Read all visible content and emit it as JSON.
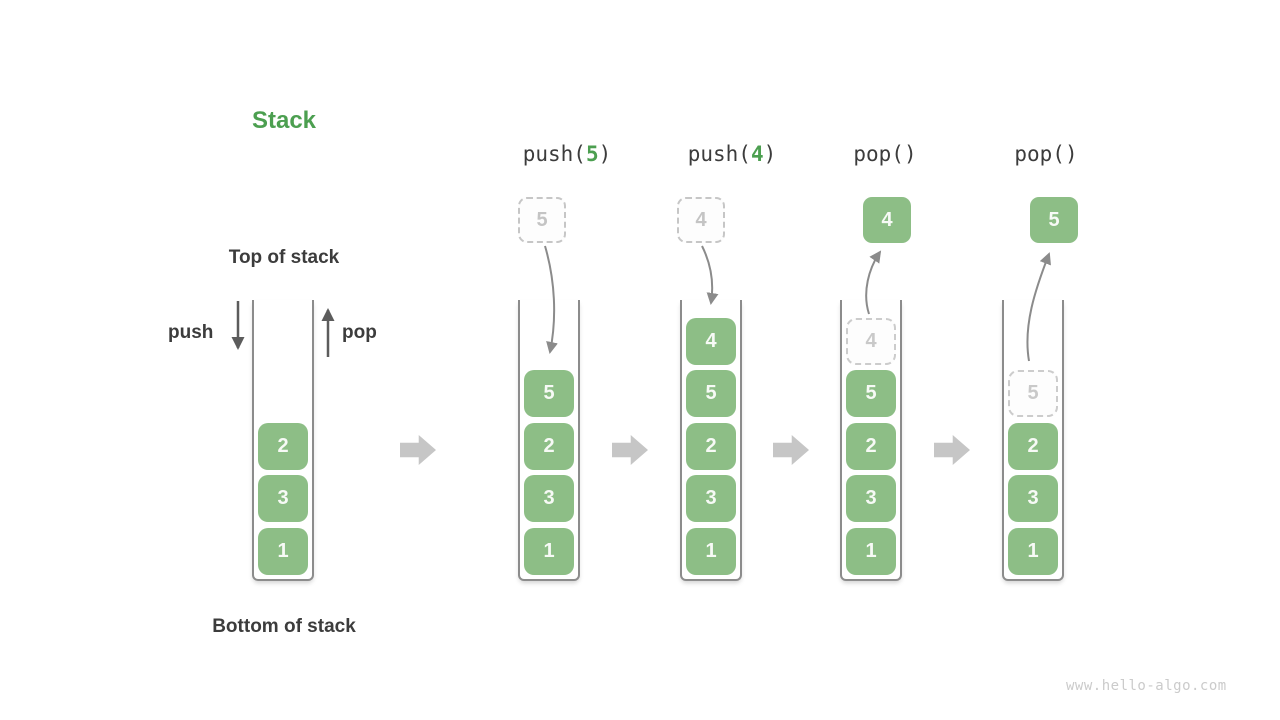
{
  "legend": {
    "title": "Stack",
    "top_label": "Top of stack",
    "bottom_label": "Bottom of stack",
    "push_label": "push",
    "pop_label": "pop"
  },
  "operations": [
    {
      "prefix": "push(",
      "arg": "5",
      "suffix": ")"
    },
    {
      "prefix": "push(",
      "arg": "4",
      "suffix": ")"
    },
    {
      "prefix": "pop(",
      "arg": "",
      "suffix": ")"
    },
    {
      "prefix": "pop(",
      "arg": "",
      "suffix": ")"
    }
  ],
  "stages": [
    {
      "name": "initial",
      "floating": {
        "v": "",
        "ghost": false
      },
      "cells": [
        {
          "v": "2",
          "ghost": false
        },
        {
          "v": "3",
          "ghost": false
        },
        {
          "v": "1",
          "ghost": false
        }
      ]
    },
    {
      "name": "after-push-5",
      "floating": {
        "v": "5",
        "ghost": true
      },
      "cells": [
        {
          "v": "5",
          "ghost": false
        },
        {
          "v": "2",
          "ghost": false
        },
        {
          "v": "3",
          "ghost": false
        },
        {
          "v": "1",
          "ghost": false
        }
      ]
    },
    {
      "name": "after-push-4",
      "floating": {
        "v": "4",
        "ghost": true
      },
      "cells": [
        {
          "v": "4",
          "ghost": false
        },
        {
          "v": "5",
          "ghost": false
        },
        {
          "v": "2",
          "ghost": false
        },
        {
          "v": "3",
          "ghost": false
        },
        {
          "v": "1",
          "ghost": false
        }
      ]
    },
    {
      "name": "after-pop-returns-4",
      "floating": {
        "v": "4",
        "ghost": false
      },
      "cells": [
        {
          "v": "4",
          "ghost": true
        },
        {
          "v": "5",
          "ghost": false
        },
        {
          "v": "2",
          "ghost": false
        },
        {
          "v": "3",
          "ghost": false
        },
        {
          "v": "1",
          "ghost": false
        }
      ]
    },
    {
      "name": "after-pop-returns-5",
      "floating": {
        "v": "5",
        "ghost": false
      },
      "cells": [
        {
          "v": "5",
          "ghost": true
        },
        {
          "v": "2",
          "ghost": false
        },
        {
          "v": "3",
          "ghost": false
        },
        {
          "v": "1",
          "ghost": false
        }
      ]
    }
  ],
  "watermark": "www.hello-algo.com",
  "colors": {
    "green_fill": "#8dbe86",
    "green_accent": "#4c9f50",
    "text_dark": "#3c3c3c",
    "container_border": "#8c8c8c",
    "block_arrow_gray": "#c6c6c6",
    "curved_arrow_gray": "#8b8b8b",
    "dark_arrow": "#5c5c5c",
    "ghost_border": "#cccccc",
    "ghost_text": "#c9c9c9",
    "watermark_gray": "#cbcbcb"
  }
}
